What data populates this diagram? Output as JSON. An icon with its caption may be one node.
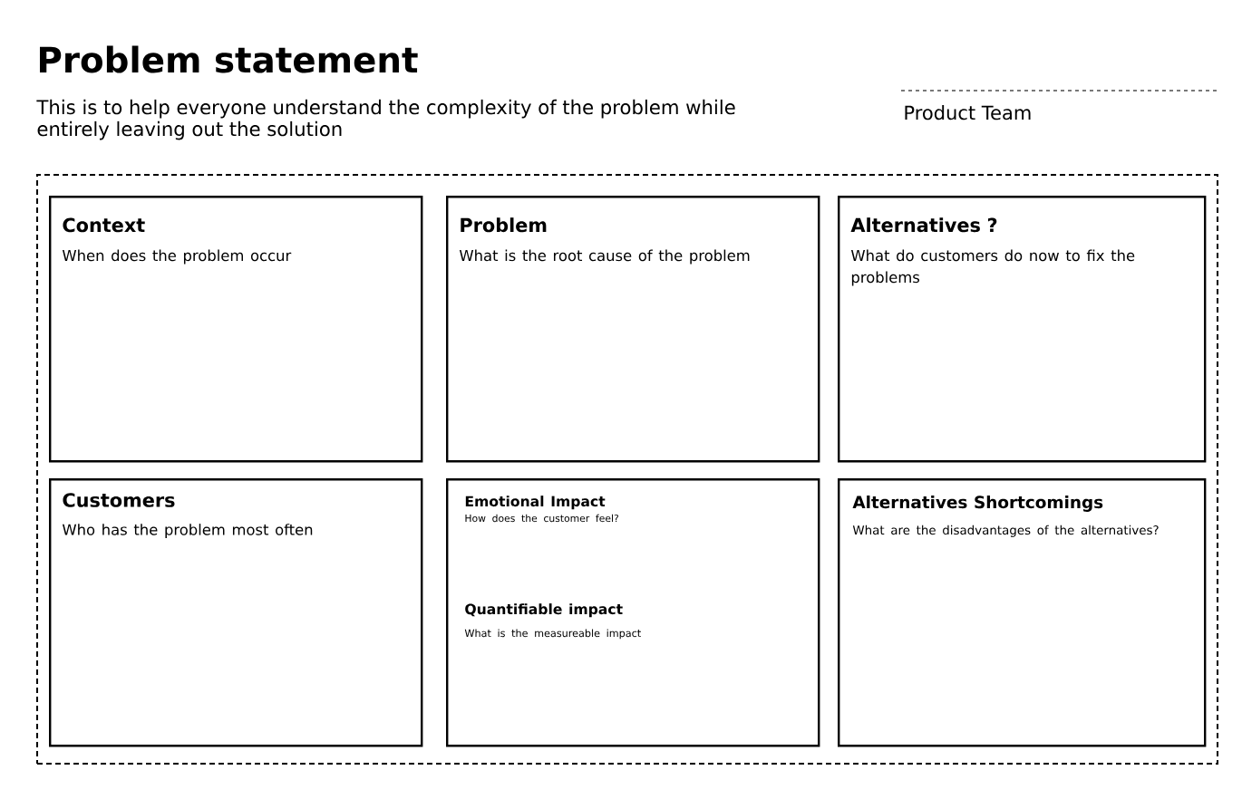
{
  "diagram": {
    "title": "Problem statement",
    "nodes": [
      {
        "text": [],
        "shape": "box"
      },
      {
        "text": [
          "Context",
          "When does the problem occur"
        ],
        "in": 0
      },
      {
        "text": [
          "Problem",
          "What is the root cause of the problem"
        ],
        "in": 0
      },
      {
        "text": [
          "Alternatives ?",
          "What do customers do now to fix the problems"
        ],
        "in": 0
      },
      {
        "text": [
          "Customers",
          "Who has the problem most often"
        ],
        "in": 0
      },
      {
        "text": [
          "Emotional Impact",
          "How does the customer feel?",
          "Quantifiable impact",
          "What is the measureable impact"
        ],
        "in": 0
      },
      {
        "text": [
          "Alternatives Shortcomings",
          "What are the disadvantages of the alternatives?"
        ],
        "in": 0
      }
    ],
    "labels": [
      "This is to help everyone understand the complexity of the problem while entirely leaving out the solution",
      "Product Team"
    ]
  }
}
